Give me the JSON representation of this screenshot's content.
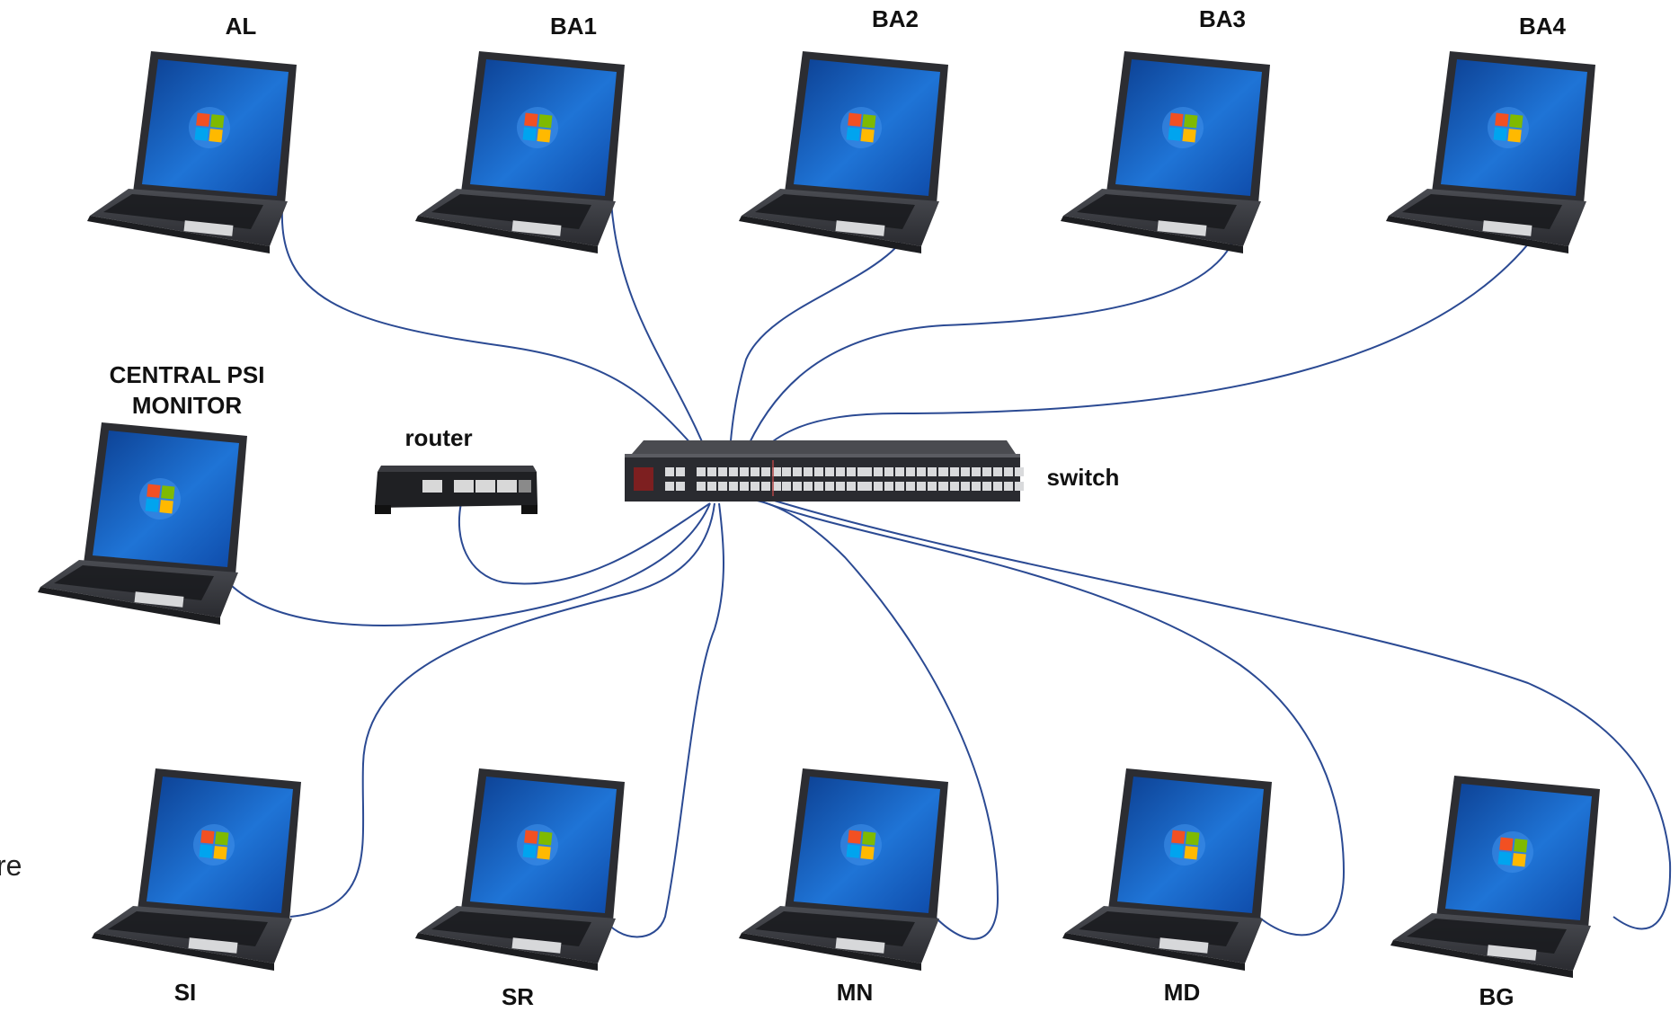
{
  "nodes": {
    "al": "AL",
    "ba1": "BA1",
    "ba2": "BA2",
    "ba3": "BA3",
    "ba4": "BA4",
    "central_psi_monitor": [
      "CENTRAL PSI",
      "MONITOR"
    ],
    "router": "router",
    "switch": "switch",
    "si": "SI",
    "sr": "SR",
    "mn": "MN",
    "md": "MD",
    "bg": "BG"
  },
  "edge_text": "re",
  "colors": {
    "cable": "#2b4a93",
    "device_body": "#2f2f33",
    "screen": "#1d63c4"
  }
}
